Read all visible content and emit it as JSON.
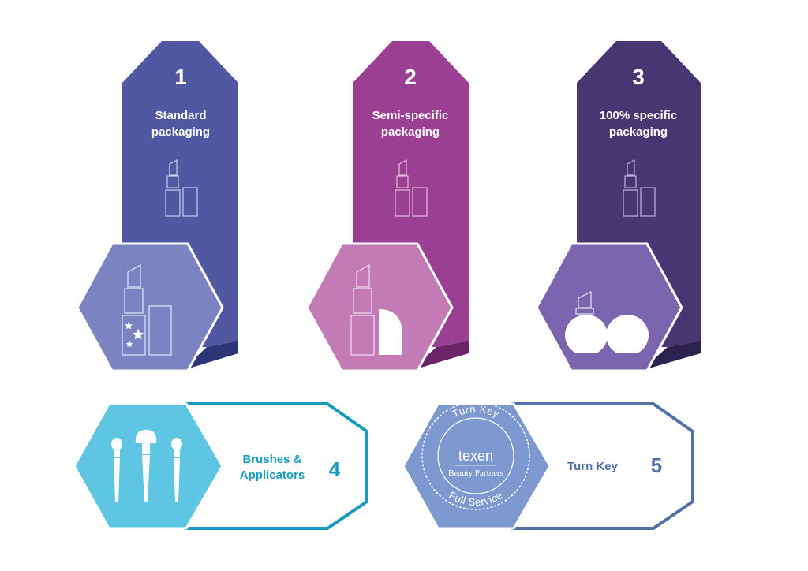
{
  "offers": [
    {
      "number": "1",
      "title_line1": "Standard",
      "title_line2": "packaging",
      "color": "#5158a2",
      "hex_color": "#7b83c1"
    },
    {
      "number": "2",
      "title_line1": "Semi-specific",
      "title_line2": "packaging",
      "color": "#9b3f93",
      "hex_color": "#c37bb5"
    },
    {
      "number": "3",
      "title_line1": "100% specific",
      "title_line2": "packaging",
      "color": "#463772",
      "hex_color": "#7a66ae"
    }
  ],
  "services": [
    {
      "number": "4",
      "label_line1": "Brushes &",
      "label_line2": "Applicators",
      "color": "#1899c0",
      "hex_color": "#5ec5e3"
    },
    {
      "number": "5",
      "label_line1": "Turn Key",
      "color": "#4f73a8",
      "hex_color": "#7e98d0"
    }
  ],
  "badge": {
    "top_text": "Turn Key",
    "brand": "texen",
    "sub_brand": "Beauty Partners",
    "bottom_text": "Full Service"
  },
  "icons": {
    "lipstick": "lipstick-jar-icon",
    "brushes": "makeup-brushes-icon",
    "stars": "stars-icon",
    "round_jars": "round-jars-icon"
  }
}
